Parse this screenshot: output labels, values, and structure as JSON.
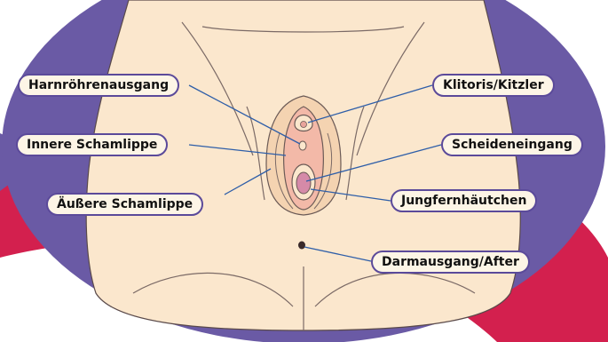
{
  "labels": {
    "urethral_opening": "Harnröhrenausgang",
    "clitoris": "Klitoris/Kitzler",
    "inner_labia": "Innere Schamlippe",
    "vaginal_opening": "Scheideneingang",
    "outer_labia": "Äußere Schamlippe",
    "hymen": "Jungfernhäutchen",
    "anus": "Darmausgang/After"
  },
  "colors": {
    "background_band": "#d3204e",
    "disc": "#6a5aa5",
    "skin": "#fbe7cd",
    "skin_shade": "#f4d3b1",
    "inner_tissue": "#f3b9a8",
    "vaginal_opening": "#d58aa8",
    "leader_line": "#2e5ea8",
    "label_border": "#5b4a9a",
    "label_fill": "#fdf5e6"
  }
}
